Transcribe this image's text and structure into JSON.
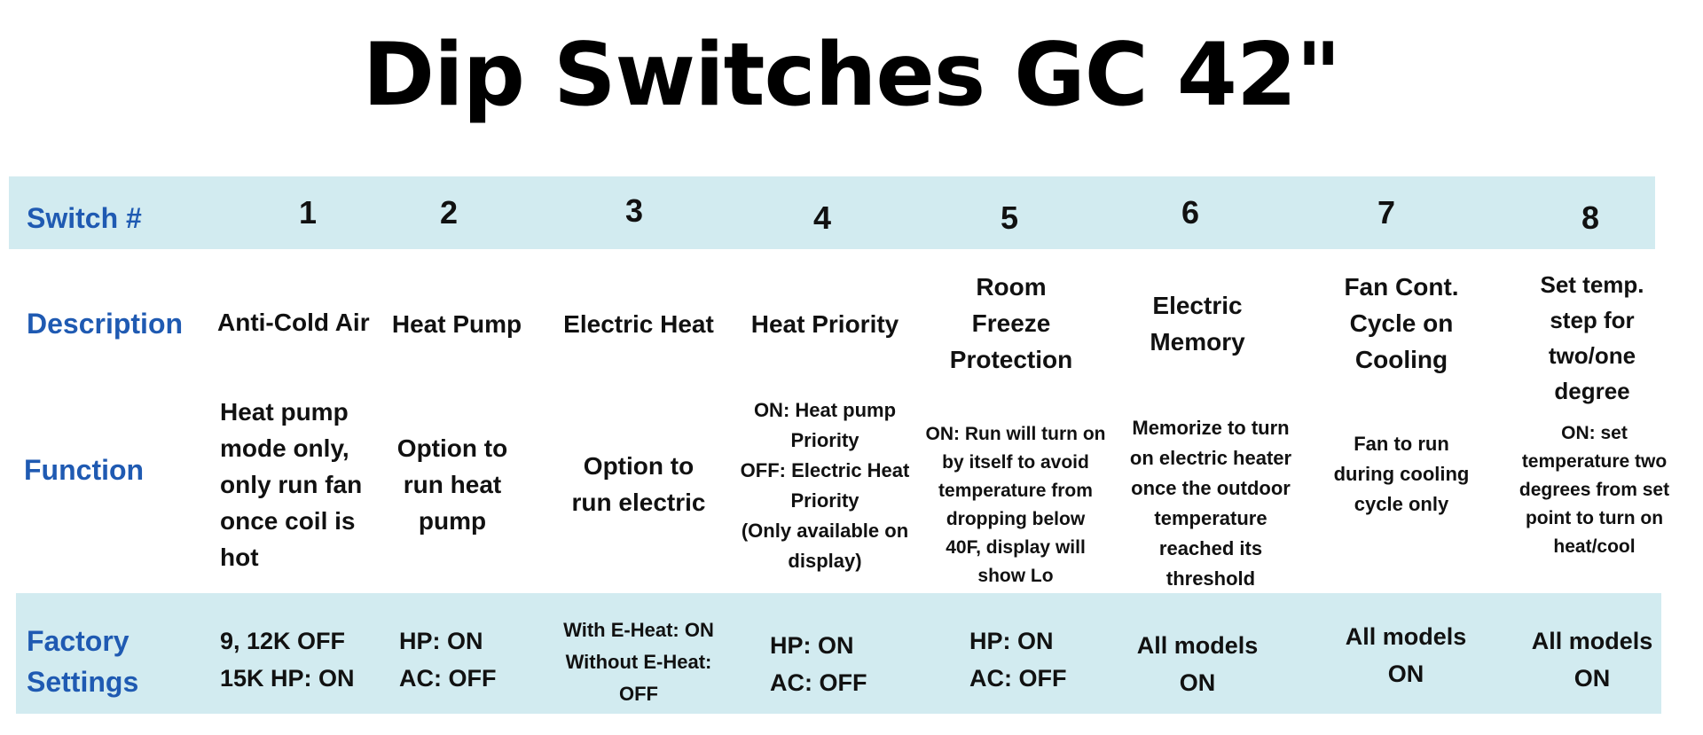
{
  "title": "Dip Switches GC 42\"",
  "row_labels": {
    "switch": "Switch #",
    "description": "Description",
    "function": "Function",
    "factory": [
      "Factory",
      "Settings"
    ]
  },
  "switches": [
    {
      "number": "1",
      "description": [
        "Anti-Cold Air"
      ],
      "function": [
        "Heat pump",
        "mode only,",
        "only run fan",
        "once coil is",
        "hot"
      ],
      "factory": [
        "9, 12K OFF",
        "15K HP: ON"
      ]
    },
    {
      "number": "2",
      "description": [
        "Heat Pump"
      ],
      "function": [
        "Option to",
        "run heat",
        "pump"
      ],
      "factory": [
        "HP: ON",
        "AC: OFF"
      ]
    },
    {
      "number": "3",
      "description": [
        "Electric Heat"
      ],
      "function": [
        "Option to",
        "run electric"
      ],
      "factory": [
        "With E-Heat: ON",
        "Without E-Heat:",
        "OFF"
      ]
    },
    {
      "number": "4",
      "description": [
        "Heat Priority"
      ],
      "function": [
        "ON: Heat pump",
        "Priority",
        "OFF: Electric Heat",
        "Priority",
        "(Only available on",
        "display)"
      ],
      "factory": [
        "HP: ON",
        "AC: OFF"
      ]
    },
    {
      "number": "5",
      "description": [
        "Room",
        "Freeze",
        "Protection"
      ],
      "function": [
        "ON: Run will turn on",
        "by itself to avoid",
        "temperature from",
        "dropping below",
        "40F, display will",
        "show Lo"
      ],
      "factory": [
        "HP: ON",
        "AC: OFF"
      ]
    },
    {
      "number": "6",
      "description": [
        "Electric",
        "Memory"
      ],
      "function": [
        "Memorize to turn",
        "on electric heater",
        "once the outdoor",
        "temperature",
        "reached its",
        "threshold"
      ],
      "factory": [
        "All models",
        "ON"
      ]
    },
    {
      "number": "7",
      "description": [
        "Fan Cont.",
        "Cycle on",
        "Cooling"
      ],
      "function": [
        "Fan to run",
        "during cooling",
        "cycle only"
      ],
      "factory": [
        "All models",
        "ON"
      ]
    },
    {
      "number": "8",
      "description": [
        "Set temp.",
        "step for",
        "two/one",
        "degree"
      ],
      "function": [
        "ON: set",
        "temperature two",
        "degrees from set",
        "point to turn on",
        "heat/cool"
      ],
      "factory": [
        "All models",
        "ON"
      ]
    }
  ]
}
